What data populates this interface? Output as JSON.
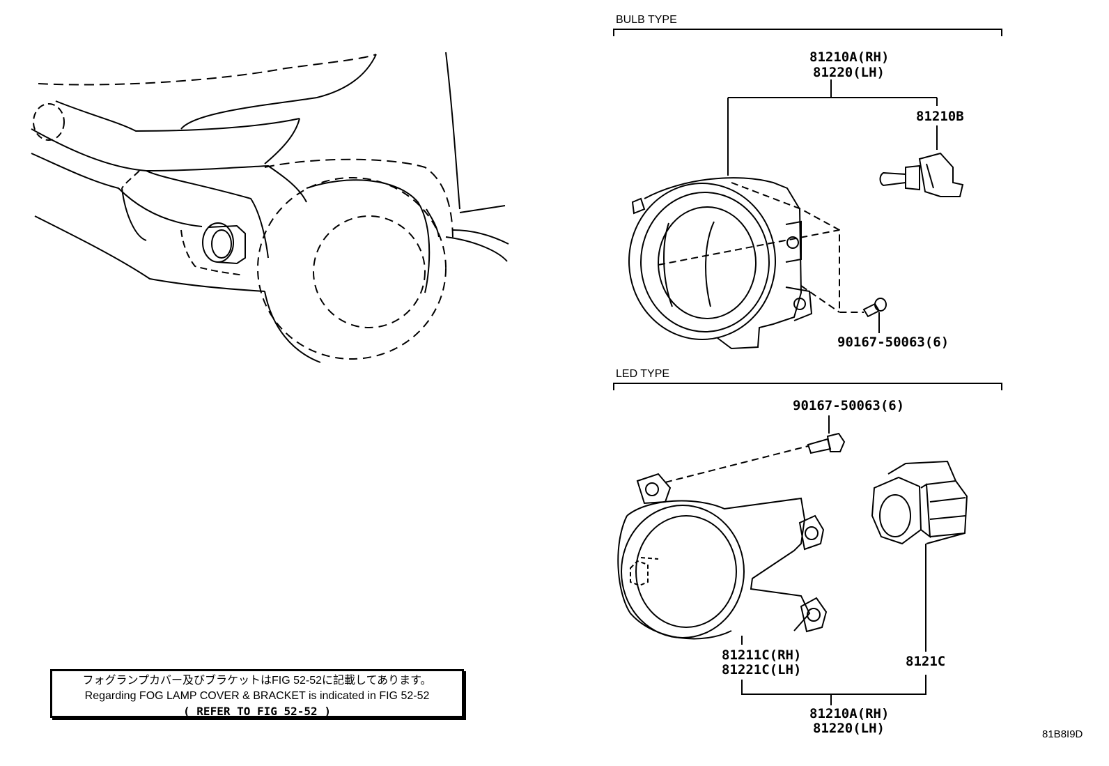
{
  "sections": {
    "bulb_type": "BULB TYPE",
    "led_type": "LED TYPE"
  },
  "bulb_parts": {
    "lamp_rh": "81210A(RH)",
    "lamp_lh": "81220(LH)",
    "bulb": "81210B",
    "screw": "90167-50063(6)"
  },
  "led_parts": {
    "screw": "90167-50063(6)",
    "unit_rh": "81211C(RH)",
    "unit_lh": "81221C(LH)",
    "module": "8121C",
    "assy_rh": "81210A(RH)",
    "assy_lh": "81220(LH)"
  },
  "note": {
    "jp": "フォグランプカバー及びブラケットはFIG 52-52に記載してあります。",
    "en": "Regarding FOG LAMP COVER & BRACKET is indicated in FIG 52-52",
    "ref": "(  REFER TO FIG 52-52  )"
  },
  "diagram_code": "81B8I9D"
}
